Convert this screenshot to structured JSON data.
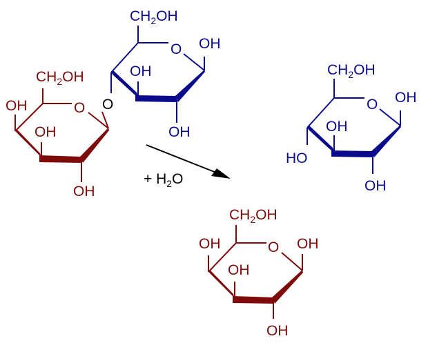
{
  "colors": {
    "galactose": "#7f0a0a",
    "glucose": "#0a0a8c",
    "reaction": "#000000"
  },
  "reaction": {
    "reagent_prefix": "+ H",
    "reagent_sub": "2",
    "reagent_suffix": "O"
  },
  "lactose": {
    "glucose_unit": {
      "ch2oh_c": "CH",
      "ch2oh_sub": "2",
      "ch2oh_oh": "OH",
      "ring_o": "O",
      "oh_anomeric": "OH",
      "oh_c3": "OH",
      "oh_c2": "OH"
    },
    "galactose_unit": {
      "ch2oh_c": "CH",
      "ch2oh_sub": "2",
      "ch2oh_oh": "OH",
      "ring_o": "O",
      "oh_c4": "OH",
      "oh_c3": "OH",
      "oh_c2": "OH"
    },
    "glycosidic_o": "O"
  },
  "product_glucose": {
    "ch2oh_c": "CH",
    "ch2oh_sub": "2",
    "ch2oh_oh": "OH",
    "ring_o": "O",
    "oh_anomeric": "OH",
    "oh_c3": "OH",
    "oh_c4": "HO",
    "oh_c2": "OH"
  },
  "product_galactose": {
    "ch2oh_c": "CH",
    "ch2oh_sub": "2",
    "ch2oh_oh": "OH",
    "ring_o": "O",
    "oh_anomeric": "OH",
    "oh_c4": "OH",
    "oh_c3": "OH",
    "oh_c2": "OH"
  }
}
